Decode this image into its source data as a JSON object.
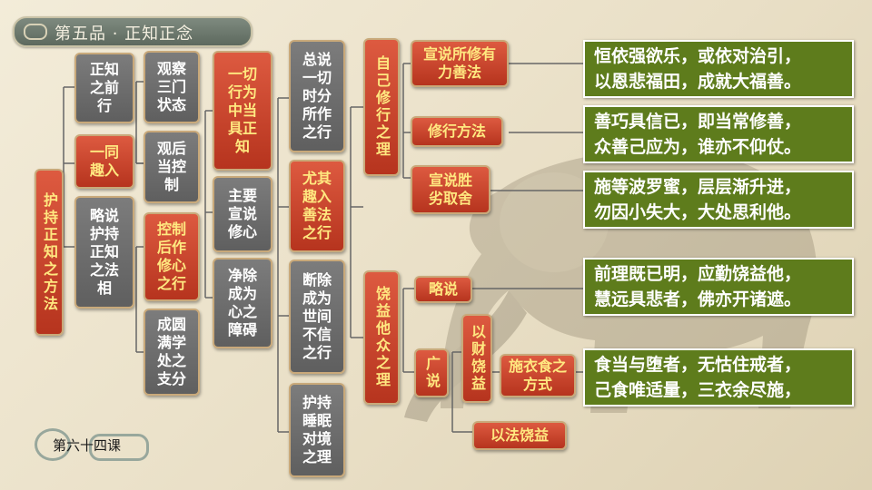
{
  "header": {
    "title": "第五品 · 正知正念"
  },
  "footer": {
    "lesson": "第六十四课"
  },
  "nodes": {
    "root": "护持正知之方法",
    "a1": "正知之前行",
    "a2": "一同趣入",
    "a3": "略说护持正知之法相",
    "b1": "观察三门状态",
    "b2": "观后当控制",
    "b3": "控制后作修心之行",
    "b4": "成圆满学处之支分",
    "c1": "一切行为中当具正知",
    "c2": "主要宣说修心",
    "c3": "净除成为心之障碍",
    "d1": "总说一切时分所作之行",
    "d2": "尤其趣入善法之行",
    "d3": "断除成为世间不信之行",
    "d4": "护持睡眠对境之理",
    "e1": "自己修行之理",
    "e2": "饶益他众之理",
    "f1": "宣说所修有力善法",
    "f2": "修行方法",
    "f3": "宣说胜劣取舍",
    "f4": "略说",
    "f5": "广说",
    "g1": "以财饶益",
    "g2": "以法饶益",
    "h1": "施衣食之方式"
  },
  "verses": [
    [
      "恒依强欲乐，或依对治引，",
      "以恩悲福田，成就大福善。"
    ],
    [
      "善巧具信已，即当常修善，",
      "众善己应为，谁亦不仰仗。"
    ],
    [
      "施等波罗蜜，层层渐升进，",
      "勿因小失大，大处思利他。"
    ],
    [
      "前理既已明，应勤饶益他，",
      "慧远具悲者，佛亦开诸遮。"
    ],
    [
      "食当与堕者，无怙住戒者，",
      "己食唯适量，三衣余尽施，"
    ]
  ],
  "colors": {
    "accent_red": "#c8422a",
    "node_grey": "#6e6e6e",
    "verse_green": "#5e7c1c",
    "label_yellow": "#ffe880"
  }
}
